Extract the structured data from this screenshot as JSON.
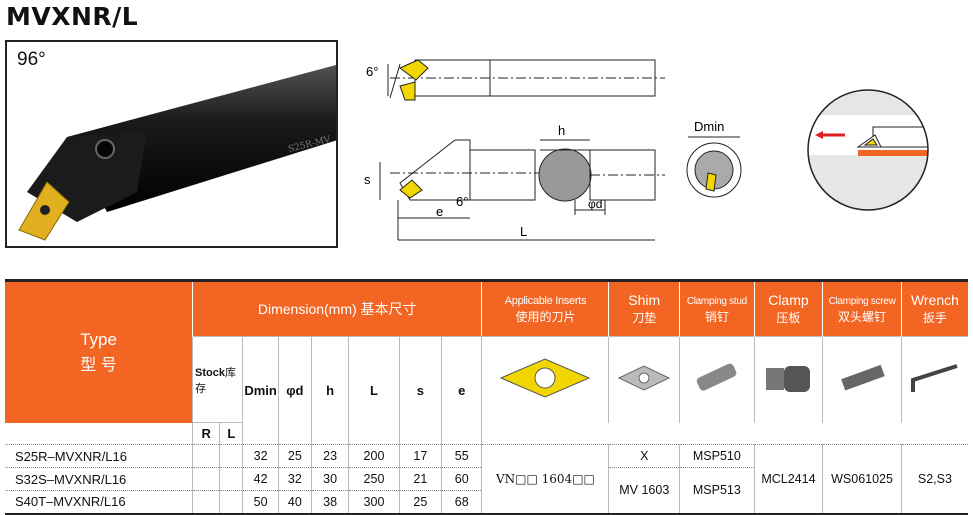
{
  "title": "MVXNR/L",
  "photo": {
    "angle": "96°",
    "bar_text": "S25R-MV"
  },
  "drawing": {
    "top_angle": "6°",
    "side_angle": "6°",
    "label_s": "s",
    "label_e": "e",
    "label_L": "L",
    "label_h": "h",
    "label_d": "φd",
    "label_dmin": "Dmin"
  },
  "table": {
    "type_en": "Type",
    "type_cn": "型 号",
    "dimension": "Dimension(mm) 基本尺寸",
    "stock": "Stock",
    "stock_cn": "库存",
    "R": "R",
    "L": "L",
    "cols": [
      "Dmin",
      "φd",
      "h",
      "L",
      "s",
      "e"
    ],
    "inserts_en": "Applicable Inserts",
    "inserts_cn": "使用的刀片",
    "shim_en": "Shim",
    "shim_cn": "刀垫",
    "stud_en": "Clamping stud",
    "stud_cn": "销钉",
    "clamp_en": "Clamp",
    "clamp_cn": "压板",
    "screw_en": "Clamping screw",
    "screw_cn": "双头螺钉",
    "wrench_en": "Wrench",
    "wrench_cn": "扳手",
    "rows": [
      {
        "type": "S25R–MVXNR/L16",
        "dmin": "32",
        "d": "25",
        "h": "23",
        "L": "200",
        "s": "17",
        "e": "55"
      },
      {
        "type": "S32S–MVXNR/L16",
        "dmin": "42",
        "d": "32",
        "h": "30",
        "L": "250",
        "s": "21",
        "e": "60"
      },
      {
        "type": "S40T–MVXNR/L16",
        "dmin": "50",
        "d": "40",
        "h": "38",
        "L": "300",
        "s": "25",
        "e": "68"
      }
    ],
    "insert": "VN□□ 1604□□",
    "shim_x": "X",
    "shim_val": "MV 1603",
    "stud1": "MSP510",
    "stud2": "MSP513",
    "clamp": "MCL2414",
    "screw": "WS061025",
    "wrench": "S2,S3"
  },
  "colors": {
    "header": "#f26522",
    "insert": "#f2d600"
  }
}
